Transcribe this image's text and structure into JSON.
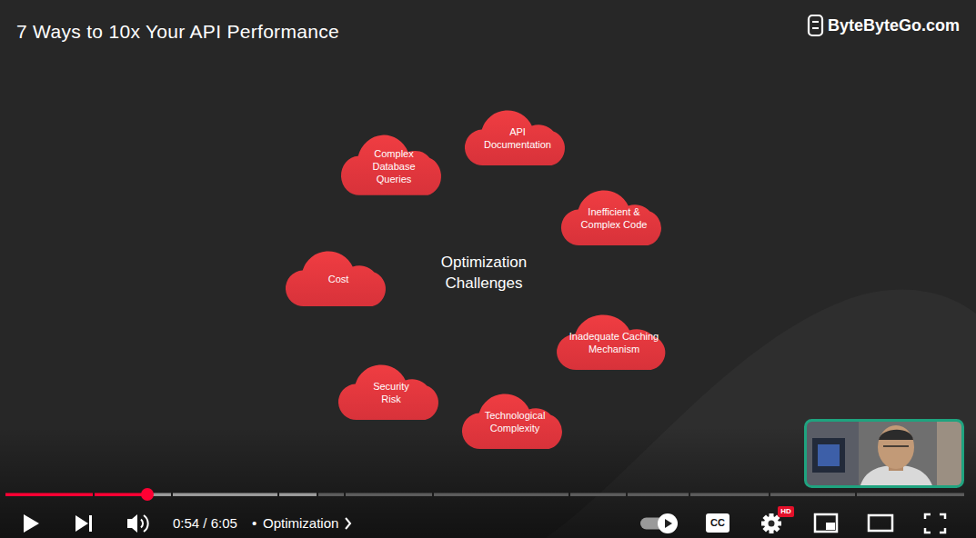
{
  "diagram": {
    "title": "7 Ways to 10x Your API Performance",
    "nodes": [
      {
        "text": [
          "API Documentation"
        ]
      },
      {
        "text": [
          "Complex Database Queries"
        ]
      },
      {
        "text": [
          "Inefficient & Complex Code"
        ]
      },
      {
        "text": [
          "Cost"
        ]
      },
      {
        "text": [
          "Inadequate Caching Mechanism"
        ]
      },
      {
        "text": [
          "Security Risk"
        ]
      },
      {
        "text": [
          "Technological Complexity"
        ]
      }
    ],
    "labels": [
      "Optimization Challenges",
      "ByteByteGo.com",
      "0:54 / 6:05",
      "•",
      "Optimization",
      "CC",
      "HD"
    ]
  }
}
